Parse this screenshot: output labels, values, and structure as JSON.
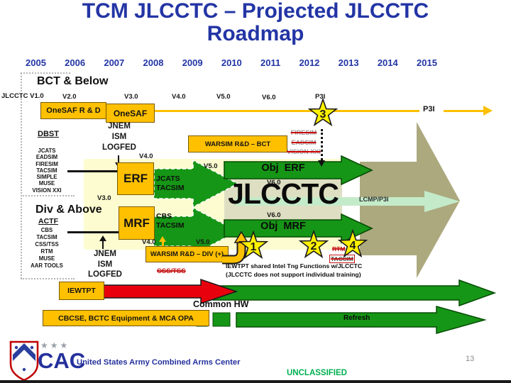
{
  "slide": {
    "title_line1": "TCM JLCCTC – Projected JLCCTC",
    "title_line2": "Roadmap",
    "years": [
      "2005",
      "2006",
      "2007",
      "2008",
      "2009",
      "2010",
      "2011",
      "2012",
      "2013",
      "2014",
      "2015"
    ]
  },
  "sections": {
    "bct_heading": "BCT & Below",
    "div_heading": "Div & Above"
  },
  "versions": {
    "v1": "JLCCTC V1.0",
    "v2": "V2.0",
    "v3": "V3.0",
    "v4": "V4.0",
    "v5": "V5.0",
    "v6": "V6.0",
    "p3i_top": "P3I",
    "p3i_line": "P3I",
    "v3_mid": "V3.0",
    "v4_bct": "V4.0",
    "v5_bct": "V5.0",
    "v6_obj_erf": "V6.0",
    "v6_obj_mrf": "V6.0",
    "v4_div": "V4.0",
    "v5_div": "V5.0"
  },
  "boxes": {
    "onesaf_rd": "OneSAF R & D",
    "onesaf": "OneSAF",
    "warsim_bct": "WARSIM R&D – BCT",
    "warsim_div": "WARSIM R&D – DIV (+)",
    "erf": "ERF",
    "mrf": "MRF",
    "iewtpt": "IEWTPT",
    "cbcse": "CBCSE, BCTC Equipment & MCA OPA"
  },
  "dbst": {
    "title": "DBST",
    "items": [
      "JCATS",
      "EADSIM",
      "FIRESIM",
      "TACSIM",
      "SIMPLE",
      "MUSE",
      "VISION XXI"
    ]
  },
  "actf": {
    "title": "ACTF",
    "items": [
      "CBS",
      "TACSIM",
      "CSS/TSS",
      "RTM",
      "MUSE",
      "AAR TOOLS"
    ]
  },
  "jnem_top": [
    "JNEM",
    "ISM",
    "LOGFED"
  ],
  "jnem_bottom": [
    "JNEM",
    "ISM",
    "LOGFED"
  ],
  "chevrons": {
    "top": [
      "JCATS",
      "TACSIM"
    ],
    "bottom": [
      "CBS",
      "TACSIM"
    ]
  },
  "main": {
    "jlcctc": "JLCCTC",
    "obj_erf": "Obj  ERF",
    "obj_mrf": "Obj  MRF",
    "lcmp": "LCMP/P3I"
  },
  "strikethrough": {
    "near_star3": [
      "FIRESIM",
      "EADSIM",
      "VISION XXI"
    ],
    "near_warsim_div": "CSS/TSS",
    "near_star4": [
      "RTM",
      "TACSIM"
    ]
  },
  "stars": {
    "s1": "1",
    "s2": "2",
    "s3": "3",
    "s4": "4"
  },
  "notes": {
    "iewtpt_line1": "IEWTPT shared Intel Tng Functions w/JLCCTC",
    "iewtpt_line2": "(JLCCTC does not support individual training)",
    "common_hw": "Common HW",
    "refresh": "Refresh"
  },
  "footer": {
    "cac": "CAC",
    "org": "United States Army Combined Arms Center",
    "classification": "UNCLASSIFIED",
    "page_number": "13"
  },
  "colors": {
    "title_blue": "#2335A5",
    "gold": "#FFC000",
    "green": "#169616",
    "red": "#E8000D",
    "tan": "#ACA97E",
    "mint": "#C4EBC9",
    "classification_green": "#00B050"
  }
}
